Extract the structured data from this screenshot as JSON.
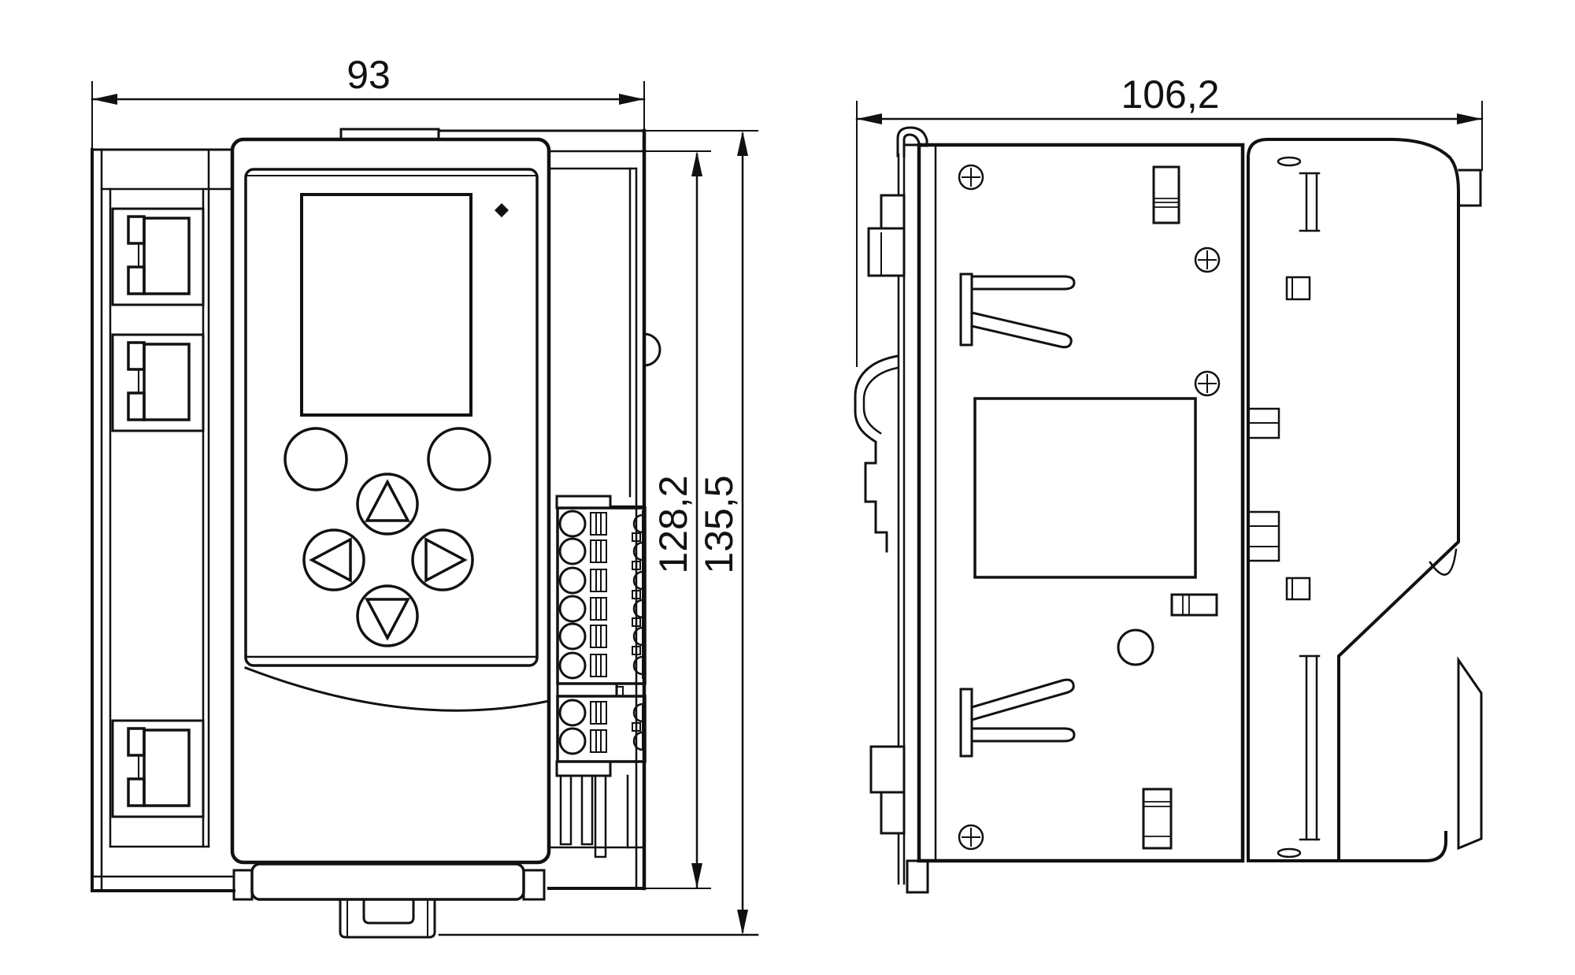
{
  "drawing": {
    "type": "technical-dimension-drawing",
    "front_view": {
      "width_label": "93",
      "inner_height_label": "128,2",
      "overall_height_label": "135,5",
      "keypad_buttons": [
        "blank-left",
        "blank-right",
        "arrow-up",
        "arrow-left",
        "arrow-right",
        "arrow-down"
      ],
      "rj45_port_count": 3,
      "terminal_positions_upper": 6,
      "terminal_positions_lower": 2
    },
    "side_view": {
      "depth_label": "106,2",
      "screw_count": 4
    },
    "style": {
      "line_color": "#111111",
      "background": "#ffffff"
    }
  }
}
